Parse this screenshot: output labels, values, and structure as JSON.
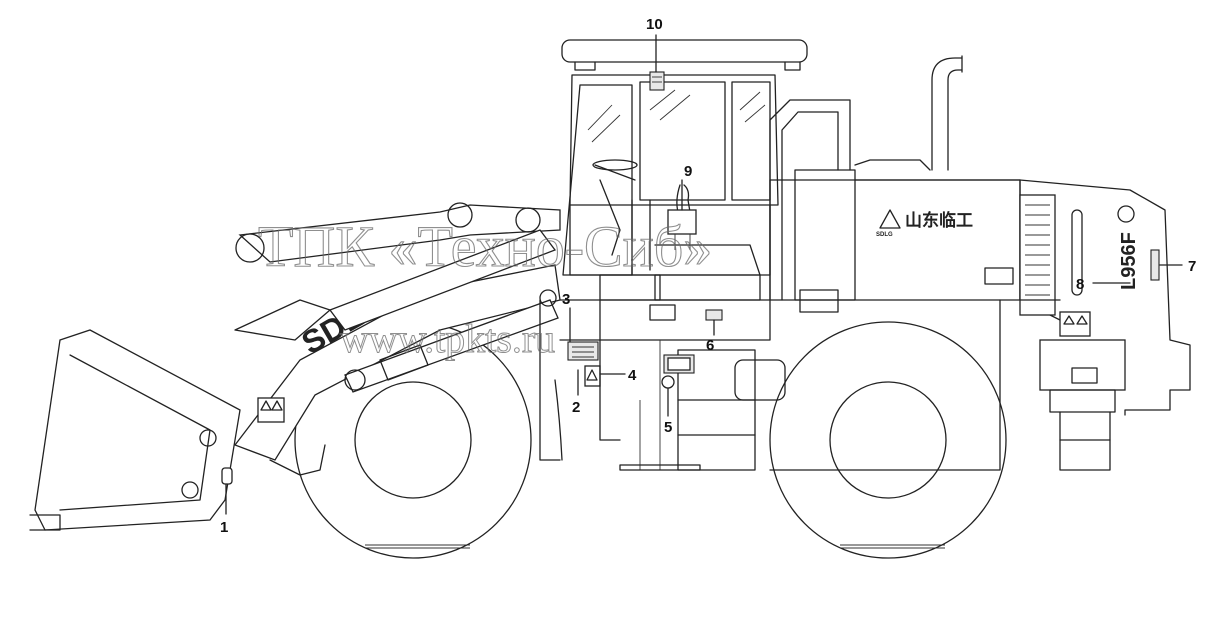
{
  "callouts": [
    {
      "label": "1"
    },
    {
      "label": "2"
    },
    {
      "label": "3"
    },
    {
      "label": "4"
    },
    {
      "label": "5"
    },
    {
      "label": "6"
    },
    {
      "label": "7"
    },
    {
      "label": "8"
    },
    {
      "label": "9"
    },
    {
      "label": "10"
    }
  ],
  "decals": {
    "boom_logo": "SDLG",
    "model": "L956F",
    "hood_brand_cn": "山东临工",
    "hood_brand_small": "SDLG"
  },
  "watermark": {
    "company": "ТПК «Техно-Сиб»",
    "url": "www.tpkts.ru"
  }
}
